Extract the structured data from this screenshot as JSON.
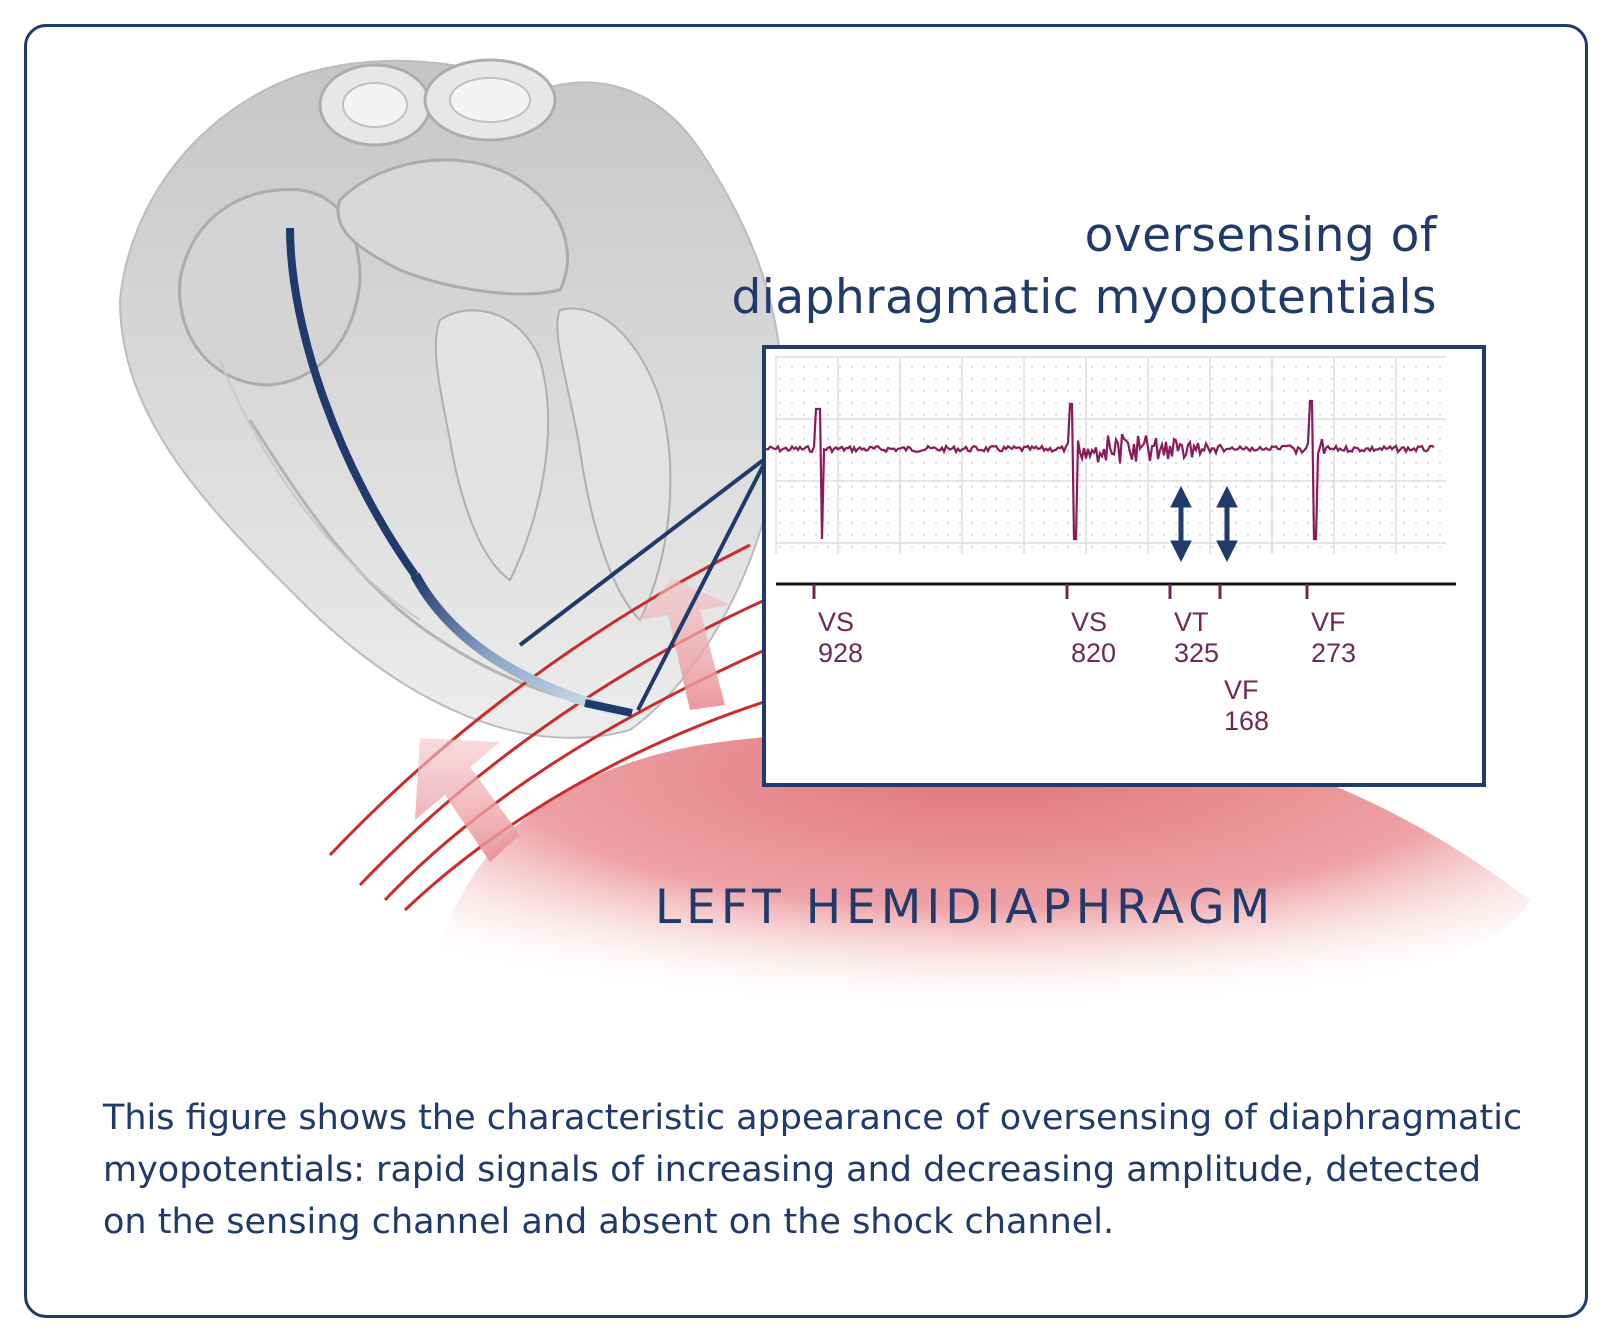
{
  "title": {
    "line1": "oversensing of",
    "line2": "diaphragmatic myopotentials"
  },
  "ecg": {
    "markers": [
      {
        "code": "VS",
        "interval": "928"
      },
      {
        "code": "VS",
        "interval": "820"
      },
      {
        "code": "VT",
        "interval": "325"
      },
      {
        "code": "VF",
        "interval": "168"
      },
      {
        "code": "VF",
        "interval": "273"
      }
    ],
    "trace_color": "#8a1a5a"
  },
  "diaphragm_label": "LEFT HEMIDIAPHRAGM",
  "caption": "This figure shows the characteristic appearance of oversensing of diaphragmatic myopotentials: rapid signals of increasing and decreasing amplitude, detected on the sensing channel and absent on the shock channel.",
  "colors": {
    "navy": "#1f3a6b",
    "trace": "#8a1a5a",
    "diaphragm": "#e57a80",
    "field_lines": "#cc2b2b"
  }
}
